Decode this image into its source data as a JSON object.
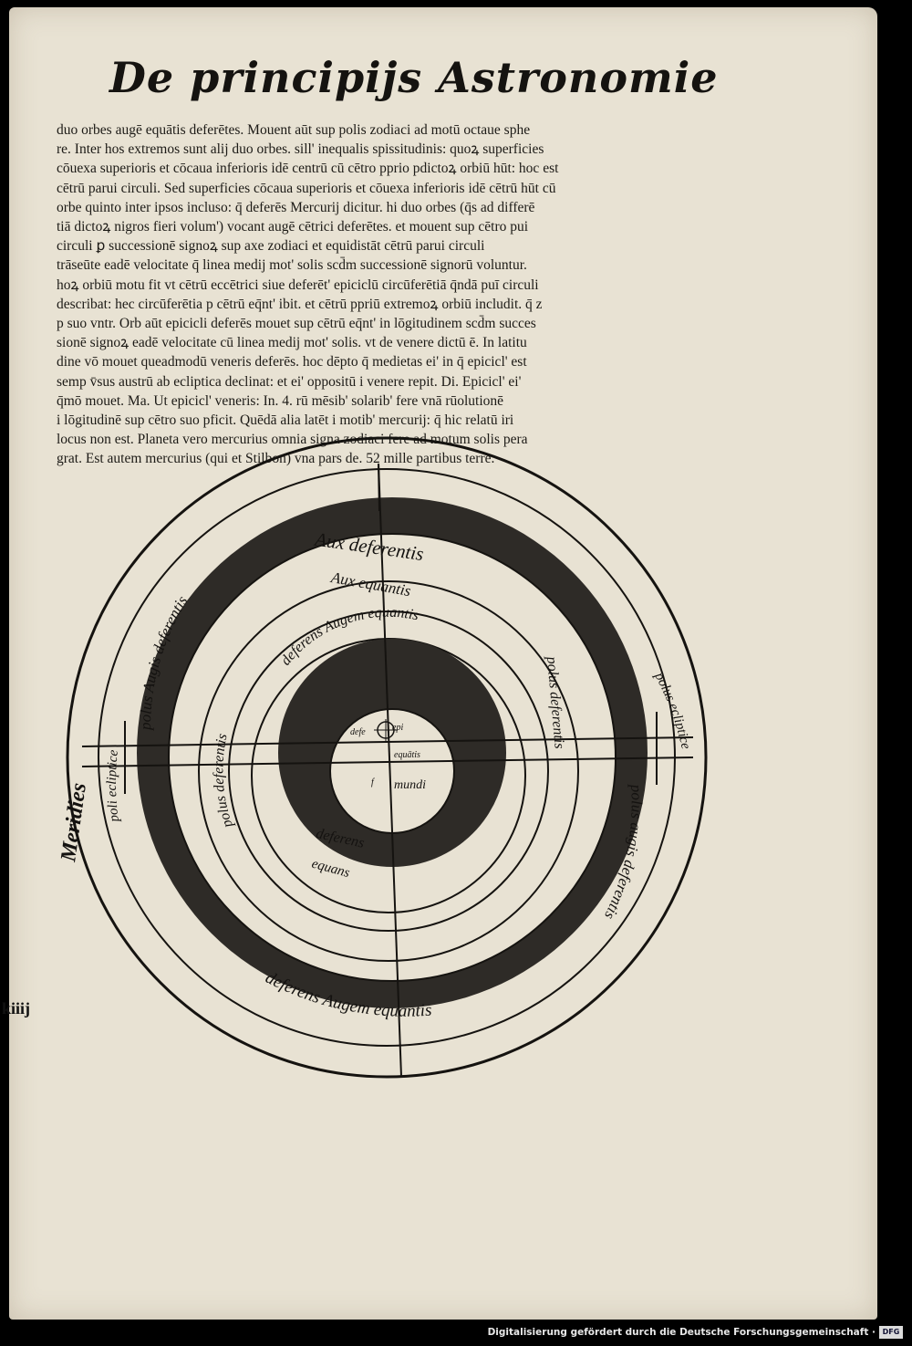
{
  "page": {
    "title": "De principijs Astronomie",
    "folio": "kiiij",
    "body_lines": [
      "duo orbes augē equātis deferētes. Mouent aūt sup polis zodiaci ad motū octaue sphe",
      "re. Inter hos extremos sunt alij duo orbes. sill' inequalis spissitudinis: quoꝝ superficies",
      "cōuexa superioris et cōcaua inferioris idē centrū cū cētro pprio pdictoꝝ orbiū hūt: hoc est",
      "cētrū parui circuli. Sed superficies cōcaua superioris et cōuexa inferioris idē cētrū hūt cū",
      "orbe quinto inter ipsos incluso: q̄ deferēs Mercurij dicitur. hi duo orbes (q̄s ad differē",
      "tiā dictoꝝ nigros fieri volum') vocant augē cētrici deferētes. et mouent sup cētro pui",
      "circuli ꝑ successionē signoꝝ sup axe zodiaci et equidistāt cētrū parui circuli",
      "trāseūte eadē velocitate q̄ linea medij mot' solis scd̄m successionē signorū voluntur.",
      "hoꝝ orbiū motu fit vt cētrū eccētrici siue deferēt' epiciclū circūferētiā q̄ndā puī circuli",
      "describat: hec circūferētia p cētrū eq̄nt' ibit. et cētrū ppriū extremoꝝ orbiū includit. q̄ z",
      "p suo vntr. Orb aūt epicicli deferēs mouet sup cētrū eq̄nt' in lōgitudinem scd̄m succes",
      "sionē signoꝝ eadē velocitate cū linea medij mot' solis. vt de venere dictū ē. In latitu",
      "dine vō mouet queadmodū veneris deferēs. hoc dēpto q̄ medietas ei' in q̄ epicicl' est",
      "semp v̄sus austrū ab ecliptica declinat: et ei' oppositū i venere repit. Di. Epicicl' ei'",
      "q̄mō mouet. Ma. Ut epicicl' veneris: In. 4. rū mēsib' solarib' fere vnā rūolutionē",
      "i lōgitudinē sup cētro suo pficit. Quēdā alia latēt i motib' mercurij: q̄ hic relatū iri",
      "locus non est. Planeta vero mercurius omnia signa zodiaci fere ad motum solis pera",
      "grat. Est autem mercurius (qui et Stilbon) vna pars de. 52 mille partibus terre."
    ]
  },
  "diagram": {
    "labels": {
      "aux_deferentis": "Aux deferentis",
      "aux_equantis": "Aux equantis",
      "deferens_augem_equantis_inner": "deferens Augem equantis",
      "polus_deferentis_left": "polus deferentis",
      "polus_augis_deferentis_left": "polus Augis deferentis",
      "polus_deferentis_right": "polus deferentis",
      "poli_ecliptice": "poli ecliptice",
      "meridies": "Meridies",
      "polus_augis_deferentis_right": "polus augis deferentis",
      "poli_ecliptice_right": "polus ecliptice",
      "deferens_inner": "deferens",
      "equans_inner": "equans",
      "deferens_augem_equantis_outer": "deferens Augem equantis",
      "centrum_deferentis": "defe",
      "centrum_epicicli": "epi",
      "centrum_equantis": "equātis",
      "mundi": "mundi",
      "f_mark": "f"
    }
  },
  "footer": {
    "text": "Digitalisierung gefördert durch die Deutsche Forschungsgemeinschaft ·",
    "logo": "DFG"
  },
  "colors": {
    "paper": "#e8e2d3",
    "ink": "#151310",
    "dark_band": "#2e2b27",
    "background": "#000000"
  }
}
